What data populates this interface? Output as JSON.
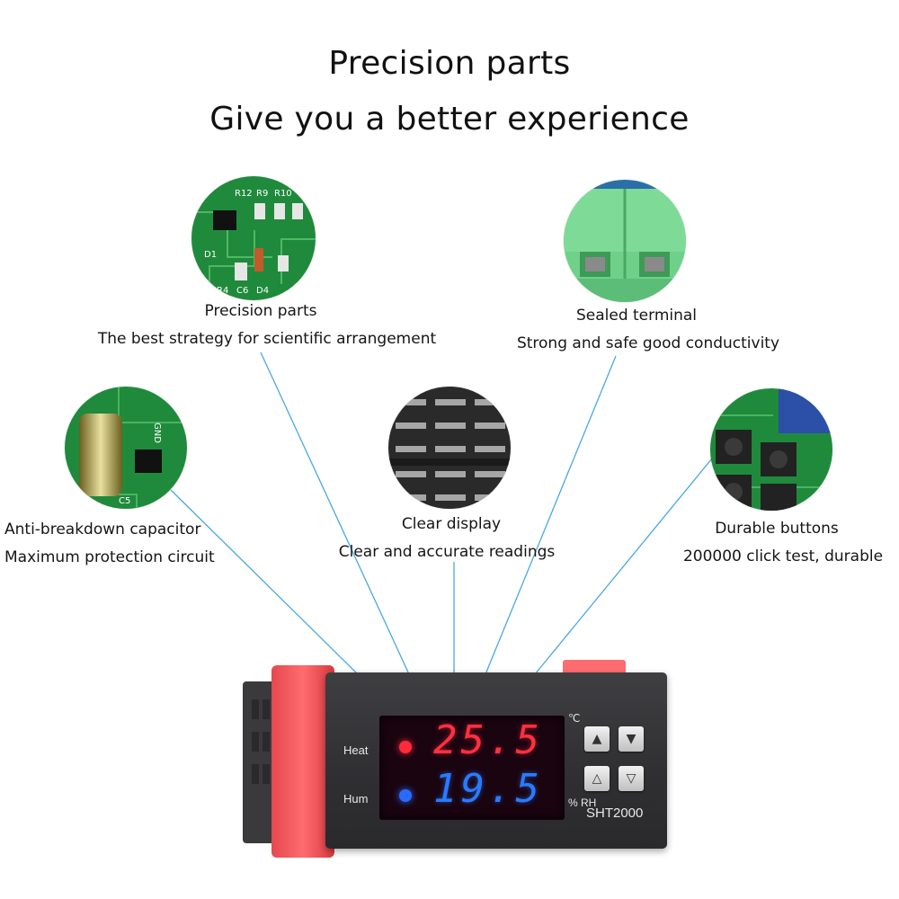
{
  "headline": {
    "line1": "Precision parts",
    "line2": "Give you a better experience"
  },
  "features": [
    {
      "title": "Precision parts",
      "subtitle": "The best strategy for scientific arrangement"
    },
    {
      "title": "Sealed terminal",
      "subtitle": "Strong and safe good conductivity"
    },
    {
      "title": "Anti-breakdown capacitor",
      "subtitle": "Maximum protection circuit"
    },
    {
      "title": "Clear display",
      "subtitle": "Clear and accurate readings"
    },
    {
      "title": "Durable buttons",
      "subtitle": "200000 click test, durable"
    }
  ],
  "pcb_labels": {
    "r12": "R12",
    "r9": "R9",
    "r10": "R10",
    "d1": "D1",
    "c6": "C6",
    "d4": "D4",
    "r4": "R4",
    "gnd": "GND",
    "c5": "C5"
  },
  "device": {
    "temp_value": "25.5",
    "hum_value": "19.5",
    "temp_unit": "℃",
    "hum_unit": "% RH",
    "heat_label": "Heat",
    "hum_label": "Hum",
    "model": "SHT2000",
    "buttons": [
      "▲",
      "▼",
      "△",
      "▽"
    ]
  },
  "colors": {
    "line": "#4aa8e0",
    "pcb_green": "#1f8a3c",
    "terminal_green": "#6fd08a",
    "led_red": "#ff2a3a",
    "led_blue": "#2a6bff"
  }
}
